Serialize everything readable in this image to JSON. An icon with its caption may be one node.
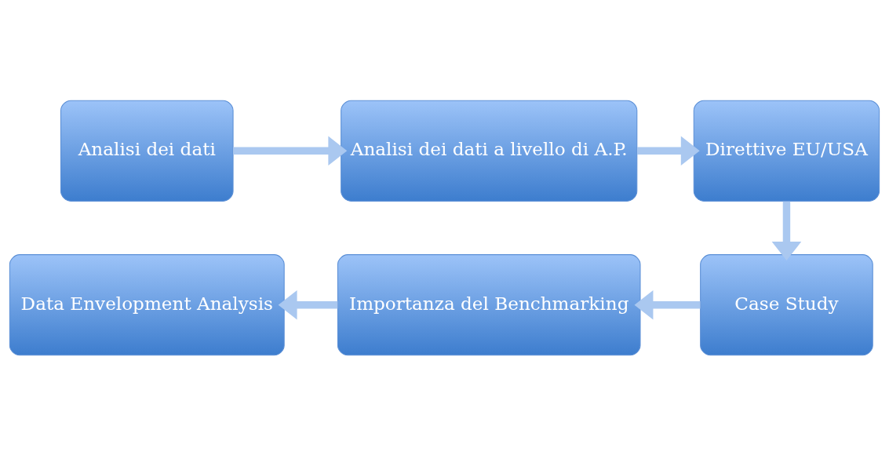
{
  "diagram": {
    "nodes": [
      {
        "text": [
          "Analisi dei dati"
        ]
      },
      {
        "text": [
          "Analisi dei dati a livello di A.P."
        ]
      },
      {
        "text": [
          "Direttive EU/USA"
        ]
      },
      {
        "text": [
          "Data Envelopment Analysis"
        ]
      },
      {
        "text": [
          "Importanza del Benchmarking"
        ]
      },
      {
        "text": [
          "Case Study"
        ]
      }
    ],
    "edges": [
      {
        "from": 0,
        "to": 1,
        "arrow": "to"
      },
      {
        "from": 1,
        "to": 2,
        "arrow": "to"
      },
      {
        "from": 2,
        "to": 5,
        "arrow": "to"
      },
      {
        "from": 5,
        "to": 4,
        "arrow": "to"
      },
      {
        "from": 4,
        "to": 3,
        "arrow": "to"
      }
    ]
  }
}
